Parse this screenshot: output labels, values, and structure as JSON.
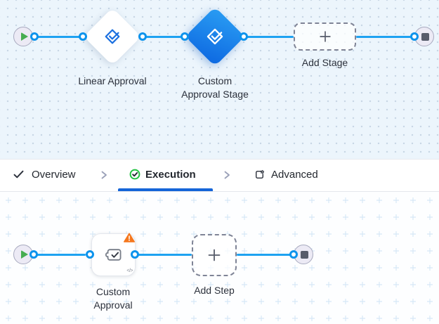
{
  "colors": {
    "connector_blue": "#1ea2f1",
    "port_ring_blue": "#0d93ec",
    "selected_diamond_gradient_start": "#2a9df3",
    "selected_diamond_gradient_end": "#0d68e1",
    "stage_icon_blue": "#1a6fe0",
    "tab_underline_blue": "#1565d8",
    "success_green": "#21c240",
    "play_green": "#47ad51",
    "stop_gray": "#575c6b",
    "warning_orange": "#f5771d"
  },
  "stage_canvas": {
    "stages": {
      "linear": {
        "label": "Linear Approval"
      },
      "custom": {
        "label_line1": "Custom",
        "label_line2": "Approval Stage"
      },
      "add": {
        "label": "Add Stage"
      }
    }
  },
  "tabs": {
    "overview": {
      "label": "Overview"
    },
    "execution": {
      "label": "Execution"
    },
    "advanced": {
      "label": "Advanced"
    }
  },
  "step_canvas": {
    "steps": {
      "custom_approval": {
        "label_line1": "Custom",
        "label_line2": "Approval",
        "code_badge": "</>"
      },
      "add": {
        "label": "Add Step"
      }
    }
  }
}
